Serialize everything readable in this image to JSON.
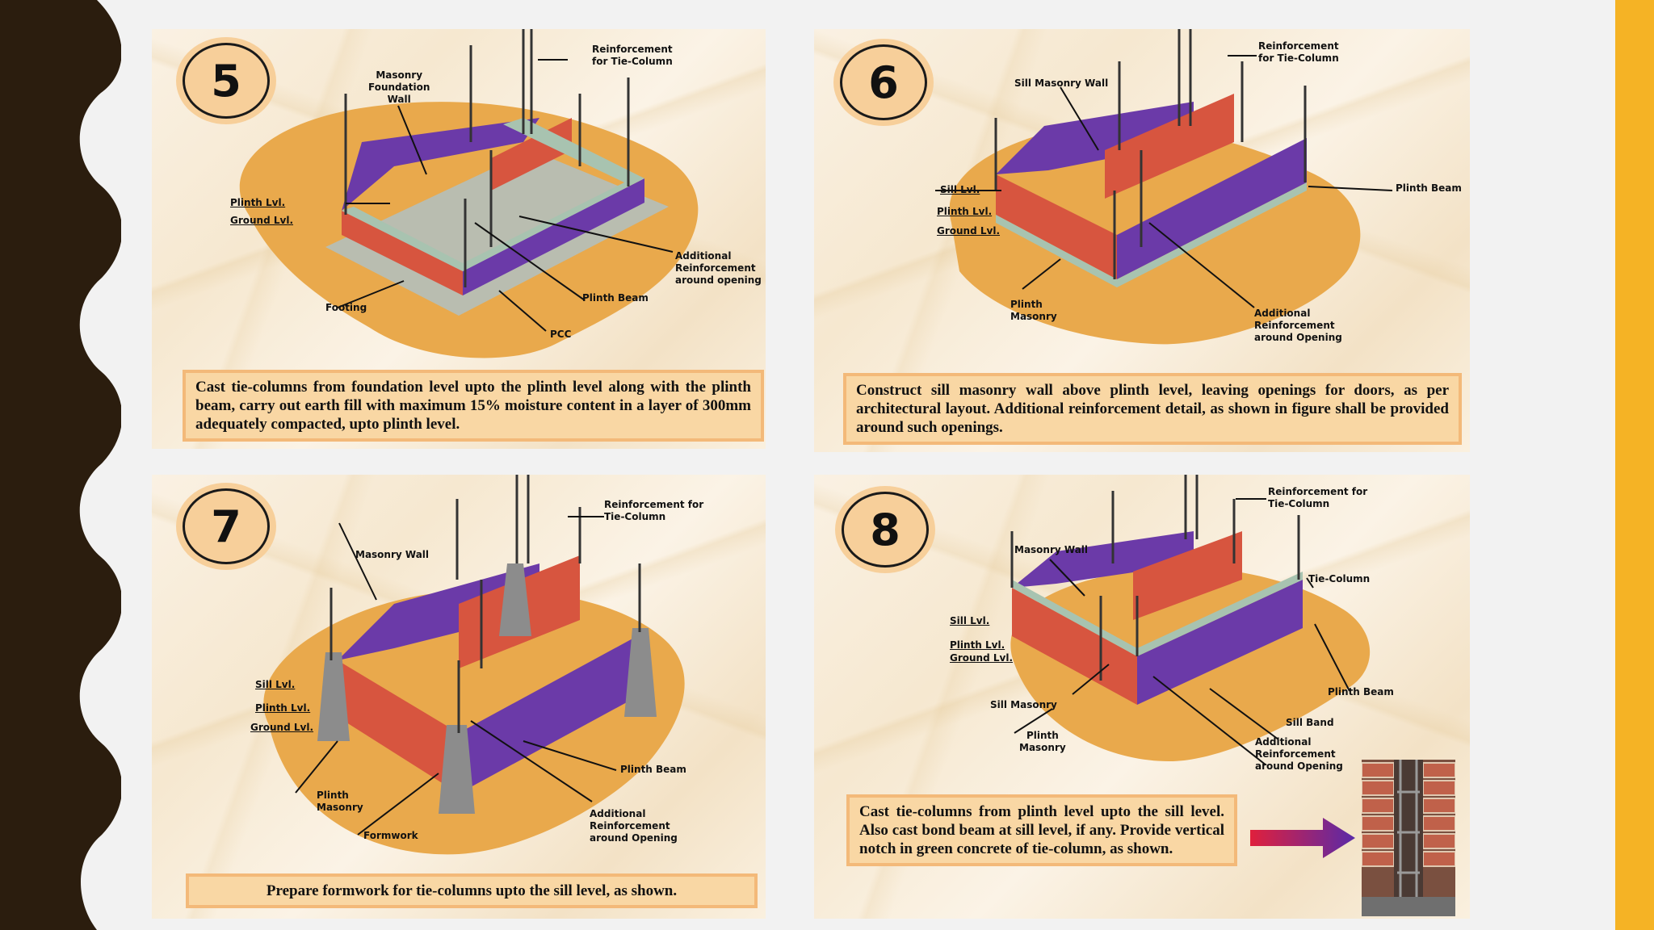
{
  "colors": {
    "left_band": "#2b1d0e",
    "right_band": "#f5b325",
    "brick": "#d7553f",
    "purple_wall": "#6b3aa8",
    "ground": "#e9a94c",
    "beam": "#9fb5a3",
    "badge": "#f7cf9a",
    "caption_bg": "#f9d7a4"
  },
  "panels": [
    {
      "step": "5",
      "callouts": {
        "masonry_foundation_wall": "Masonry\nFoundation\nWall",
        "reinforcement_tie_column": "Reinforcement\nfor Tie-Column",
        "plinth_lvl": "Plinth Lvl.",
        "ground_lvl": "Ground Lvl.",
        "additional_reinforcement": "Additional\nReinforcement\naround opening",
        "footing": "Footing",
        "plinth_beam": "Plinth Beam",
        "pcc": "PCC"
      },
      "caption": "Cast tie-columns from foundation level upto the plinth level along with the plinth beam, carry out earth fill with maximum 15% moisture content in a layer of 300mm adequately compacted, upto plinth level."
    },
    {
      "step": "6",
      "callouts": {
        "sill_masonry_wall": "Sill Masonry Wall",
        "reinforcement_tie_column": "Reinforcement\nfor Tie-Column",
        "plinth_beam": "Plinth Beam",
        "sill_lvl": "Sill Lvl.",
        "plinth_lvl": "Plinth Lvl.",
        "ground_lvl": "Ground Lvl.",
        "plinth_masonry": "Plinth\nMasonry",
        "additional_reinforcement": "Additional\nReinforcement\naround Opening"
      },
      "caption": "Construct sill masonry wall above plinth level, leaving openings for doors, as per architectural layout. Additional reinforcement detail, as shown in figure shall be provided around such openings."
    },
    {
      "step": "7",
      "callouts": {
        "reinforcement_tie_column": "Reinforcement for\nTie-Column",
        "masonry_wall": "Masonry Wall",
        "sill_lvl": "Sill Lvl.",
        "plinth_lvl": "Plinth Lvl.",
        "ground_lvl": "Ground Lvl.",
        "plinth_beam": "Plinth Beam",
        "plinth_masonry": "Plinth\nMasonry",
        "additional_reinforcement": "Additional\nReinforcement\naround Opening",
        "formwork": "Formwork"
      },
      "caption": "Prepare formwork for tie-columns upto the sill level, as shown."
    },
    {
      "step": "8",
      "callouts": {
        "reinforcement_tie_column": "Reinforcement for\nTie-Column",
        "masonry_wall": "Masonry Wall",
        "tie_column": "Tie-Column",
        "sill_lvl": "Sill Lvl.",
        "plinth_lvl": "Plinth Lvl.",
        "ground_lvl": "Ground Lvl.",
        "plinth_beam": "Plinth Beam",
        "sill_masonry": "Sill Masonry",
        "sill_band": "Sill Band",
        "plinth_masonry": "Plinth\nMasonry",
        "additional_reinforcement": "Additional\nReinforcement\naround Opening"
      },
      "caption": "Cast tie-columns from plinth level upto the sill level. Also cast bond beam at sill level, if any. Provide vertical notch in green concrete of tie-column, as shown."
    }
  ]
}
